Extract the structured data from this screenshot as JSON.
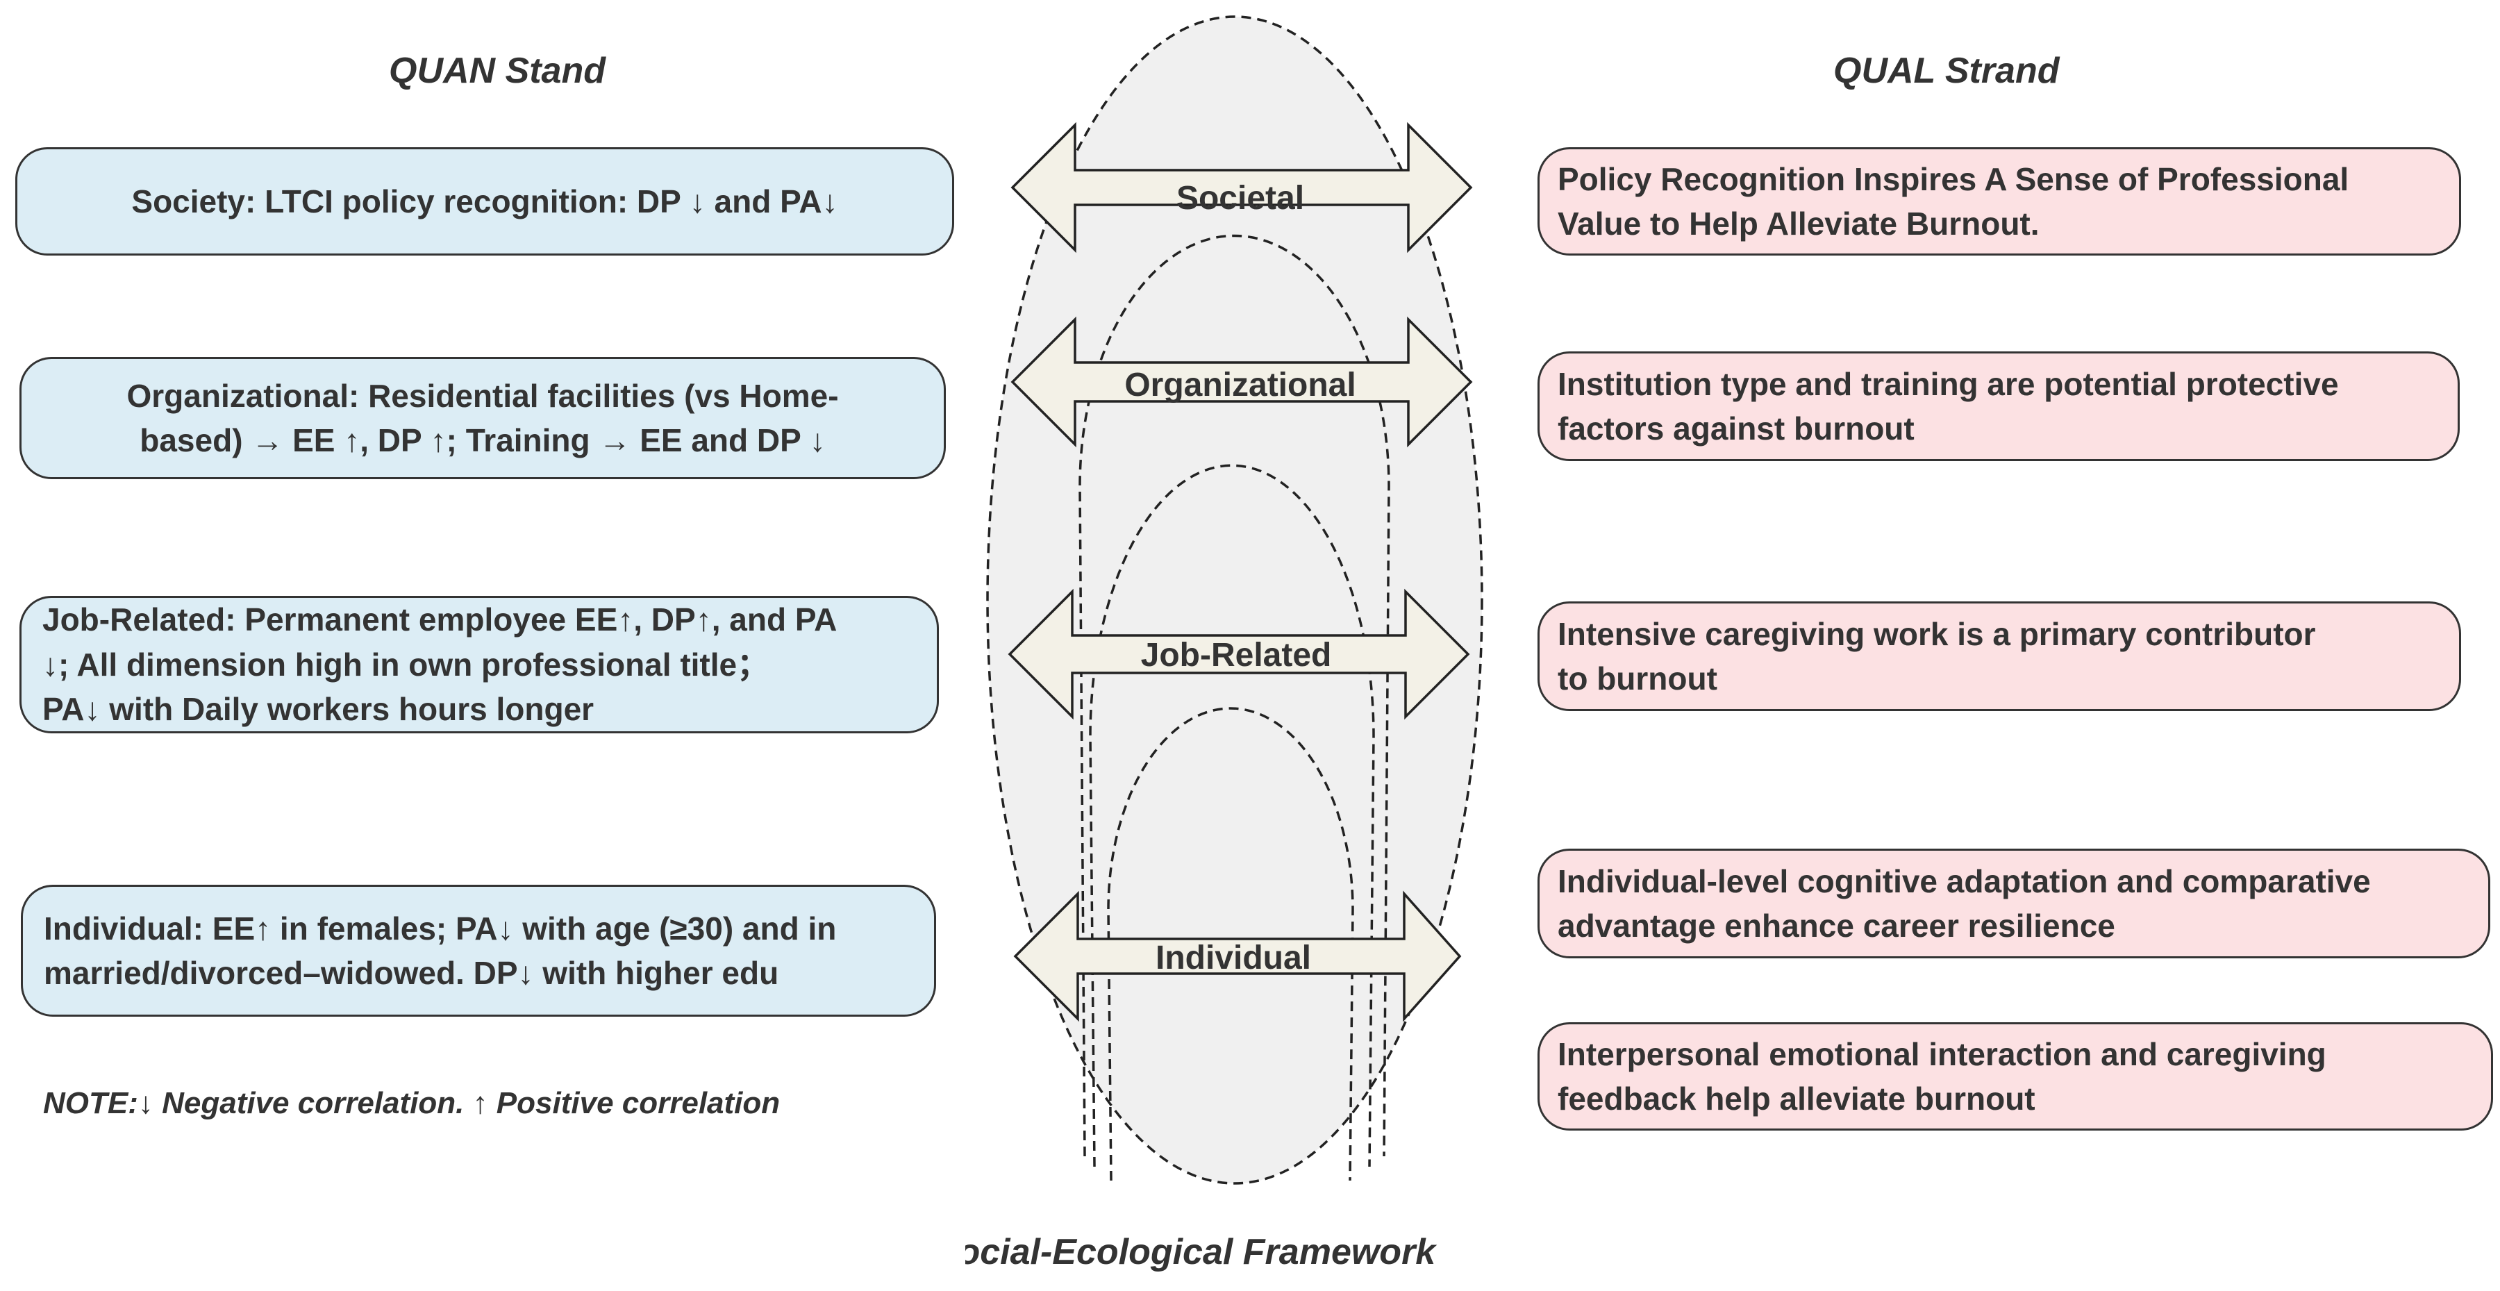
{
  "quan": {
    "heading": "QUAN Stand",
    "boxes": [
      "Society:  LTCI policy recognition: DP ↓ and PA↓",
      "Organizational: Residential facilities (vs Home-\nbased) → EE ↑, DP ↑; Training → EE and DP ↓",
      "Job-Related: Permanent employee EE↑, DP↑, and PA\n↓; All dimension high in own professional title；\nPA↓ with Daily workers hours longer",
      "Individual: EE↑ in females; PA↓ with age (≥30) and in\nmarried/divorced–widowed. DP↓ with higher edu"
    ],
    "note": "NOTE:↓ Negative correlation. ↑ Positive correlation"
  },
  "qual": {
    "heading": "QUAL Strand",
    "boxes": [
      "Policy Recognition Inspires A Sense of Professional\nValue to Help Alleviate Burnout.",
      "Institution type and training are potential protective\nfactors against burnout",
      "Intensive caregiving work is a primary contributor\nto burnout",
      "Individual-level cognitive adaptation and comparative\nadvantage enhance career resilience",
      "Interpersonal emotional interaction and caregiving\nfeedback help alleviate burnout"
    ]
  },
  "framework": {
    "title": "Social-Ecological Framework",
    "levels": [
      "Societal",
      "Organizational",
      "Job-Related",
      "Individual"
    ]
  },
  "colors": {
    "quan_fill": "#dcedf5",
    "qual_fill": "#fce1e3",
    "arrow_fill": "#f3f1e7",
    "ellipse_fill": "#f0f0f0",
    "text": "#333333"
  }
}
